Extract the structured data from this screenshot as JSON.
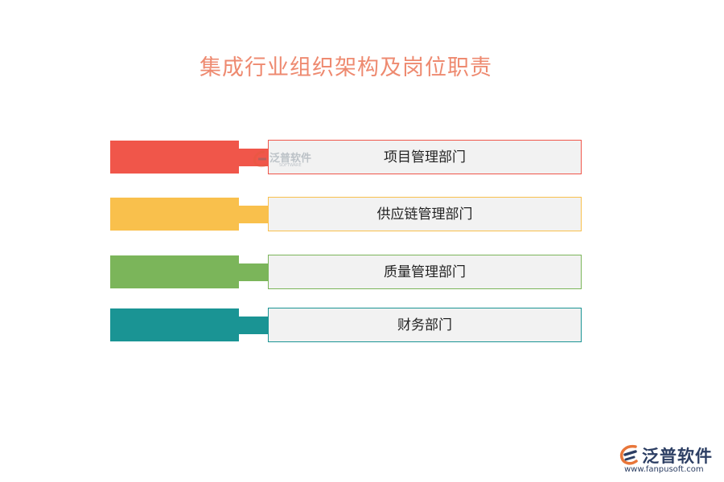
{
  "title": {
    "text": "集成行业组织架构及岗位职责",
    "color": "#ee8a70"
  },
  "departments": [
    {
      "label": "项目管理部门",
      "color": "#f0564a"
    },
    {
      "label": "供应链管理部门",
      "color": "#f9c04c"
    },
    {
      "label": "质量管理部门",
      "color": "#7bb55a"
    },
    {
      "label": "财务部门",
      "color": "#1a9494"
    }
  ],
  "watermark": {
    "text": "泛普软件",
    "sub": "SOFTWARE"
  },
  "logo": {
    "name": "泛普软件",
    "url": "www.fanpusoft.com",
    "icon": "fanpu-logo-icon"
  }
}
